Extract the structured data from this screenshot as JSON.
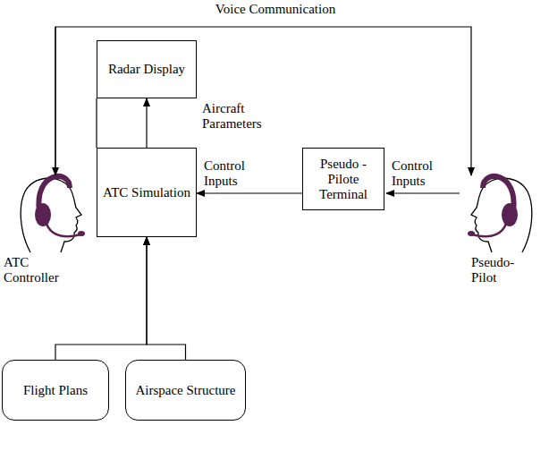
{
  "diagram": {
    "nodes": [
      {
        "text": [
          "Radar Display"
        ]
      },
      {
        "text": [
          "ATC Simulation"
        ]
      },
      {
        "text": [
          "Pseudo - Pilote Terminal"
        ]
      },
      {
        "text": [
          "Flight Plans"
        ]
      },
      {
        "text": [
          "Airspace Structure"
        ]
      }
    ],
    "edges": [
      {
        "from": 1,
        "to": 0,
        "arrow": "to",
        "label": "Aircraft Parameters"
      },
      {
        "from": 2,
        "to": 1,
        "arrow": "to",
        "label": "Control Inputs"
      },
      {
        "from": 3,
        "to": 1,
        "arrow": "to"
      },
      {
        "from": 4,
        "to": 1,
        "arrow": "to"
      }
    ],
    "labels": [
      "Voice Communication",
      "ATC Controller",
      "Pseudo-Pilot",
      "Control Inputs"
    ]
  }
}
